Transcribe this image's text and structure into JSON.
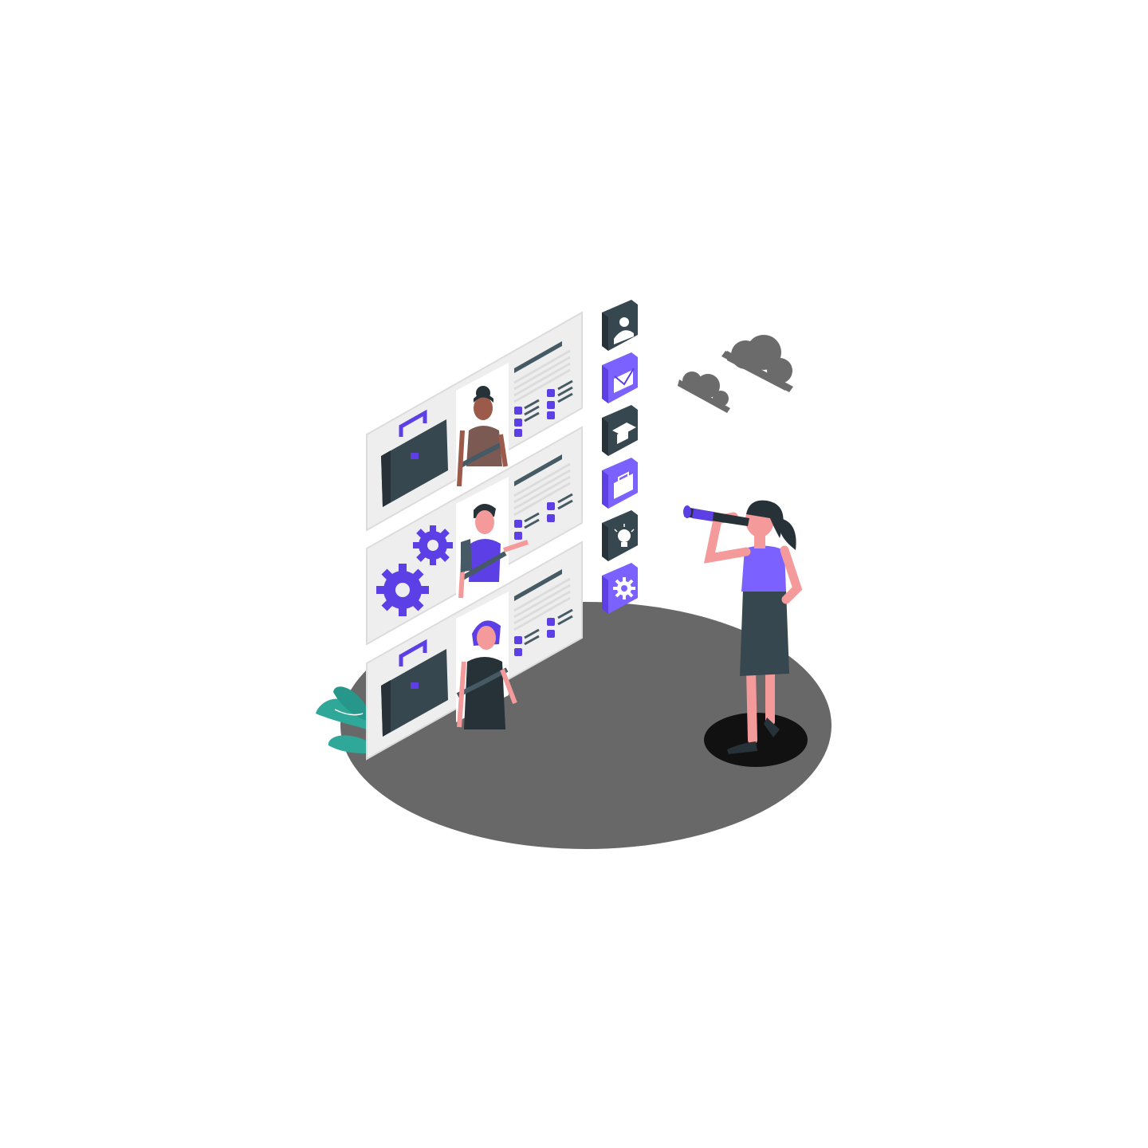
{
  "colors": {
    "background": "#ffffff",
    "floor": "#686868",
    "panel": "#eeeeee",
    "panel_edge": "#d9d9d9",
    "dark": "#37474f",
    "dark_alt": "#455a64",
    "accent": "#5d3fe6",
    "accent_light": "#7b61ff",
    "skin": "#f49a9a",
    "skin_dark": "#9b5a4a",
    "hair": "#263238",
    "plant": "#2fa89a",
    "cloud": "#6b6b6b"
  },
  "icons": {
    "column": [
      "user-icon",
      "envelope-icon",
      "graduation-cap-icon",
      "briefcase-icon",
      "lightbulb-icon",
      "gear-icon"
    ]
  },
  "cards": [
    {
      "left_graphic": "briefcase-icon",
      "person": "candidate-woman-dark-hair"
    },
    {
      "left_graphic": "gears-icon",
      "person": "candidate-man"
    },
    {
      "left_graphic": "briefcase-icon",
      "person": "candidate-woman-purple-hair"
    }
  ]
}
